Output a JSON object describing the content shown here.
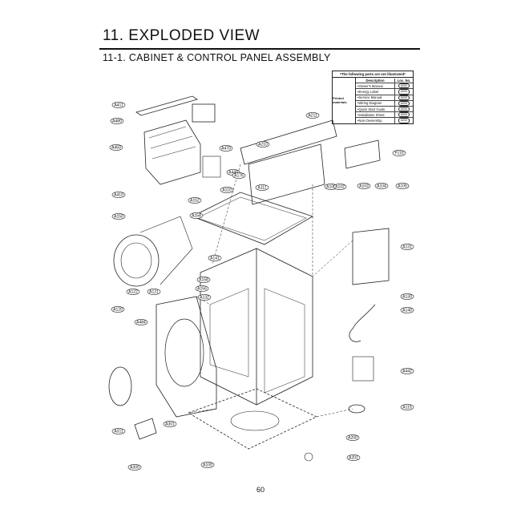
{
  "page": {
    "title": "11. EXPLODED VIEW",
    "section": "11-1. CABINET  & CONTROL PANEL ASSEMBLY",
    "page_number": "60"
  },
  "legend": {
    "heading": "*The following parts are not illustrated*",
    "group_label": "Printed materials",
    "col_description": "Description",
    "col_loc": "Loc. No.",
    "rows": [
      {
        "description": "Owner's Manual",
        "loc": "A000"
      },
      {
        "description": "Energy Label",
        "loc": "A000"
      },
      {
        "description": "Service Manual",
        "loc": "A000"
      },
      {
        "description": "Wiring Diagram",
        "loc": "A000"
      },
      {
        "description": "Quick Start Guide",
        "loc": "A000"
      },
      {
        "description": "Installation Sheet",
        "loc": "A000"
      },
      {
        "description": "Non-Ownership",
        "loc": "A000"
      }
    ]
  },
  "part_labels": [
    {
      "id": "A411",
      "text": "A411"
    },
    {
      "id": "A480",
      "text": "A480"
    },
    {
      "id": "A450",
      "text": "A450"
    },
    {
      "id": "A470",
      "text": "A470"
    },
    {
      "id": "A410",
      "text": "A410"
    },
    {
      "id": "A152",
      "text": "A152"
    },
    {
      "id": "A154",
      "text": "A154"
    },
    {
      "id": "A150",
      "text": "A150"
    },
    {
      "id": "A211",
      "text": "A211"
    },
    {
      "id": "A210",
      "text": "A210"
    },
    {
      "id": "A440",
      "text": "A440"
    },
    {
      "id": "A176",
      "text": "A176"
    },
    {
      "id": "A110",
      "text": "A110"
    },
    {
      "id": "A111",
      "text": "A111"
    },
    {
      "id": "F110",
      "text": "F110"
    },
    {
      "id": "A100",
      "text": "A100"
    },
    {
      "id": "A102",
      "text": "A102"
    },
    {
      "id": "A103",
      "text": "A103"
    },
    {
      "id": "A104",
      "text": "A104"
    },
    {
      "id": "A105",
      "text": "A105"
    },
    {
      "id": "A131",
      "text": "A131"
    },
    {
      "id": "A141",
      "text": "A141"
    },
    {
      "id": "A158",
      "text": "A158"
    },
    {
      "id": "A156",
      "text": "A156"
    },
    {
      "id": "A122",
      "text": "A122"
    },
    {
      "id": "A121",
      "text": "A121"
    },
    {
      "id": "A132",
      "text": "A132"
    },
    {
      "id": "A120",
      "text": "A120"
    },
    {
      "id": "A484",
      "text": "A484"
    },
    {
      "id": "A140",
      "text": "A140"
    },
    {
      "id": "A130",
      "text": "A130"
    },
    {
      "id": "A442",
      "text": "A442"
    },
    {
      "id": "A115",
      "text": "A115"
    },
    {
      "id": "A301",
      "text": "A301"
    },
    {
      "id": "A311",
      "text": "A311"
    },
    {
      "id": "A300",
      "text": "A300"
    },
    {
      "id": "A200",
      "text": "A200"
    },
    {
      "id": "A201",
      "text": "A201"
    },
    {
      "id": "A100b",
      "text": "A100"
    }
  ]
}
